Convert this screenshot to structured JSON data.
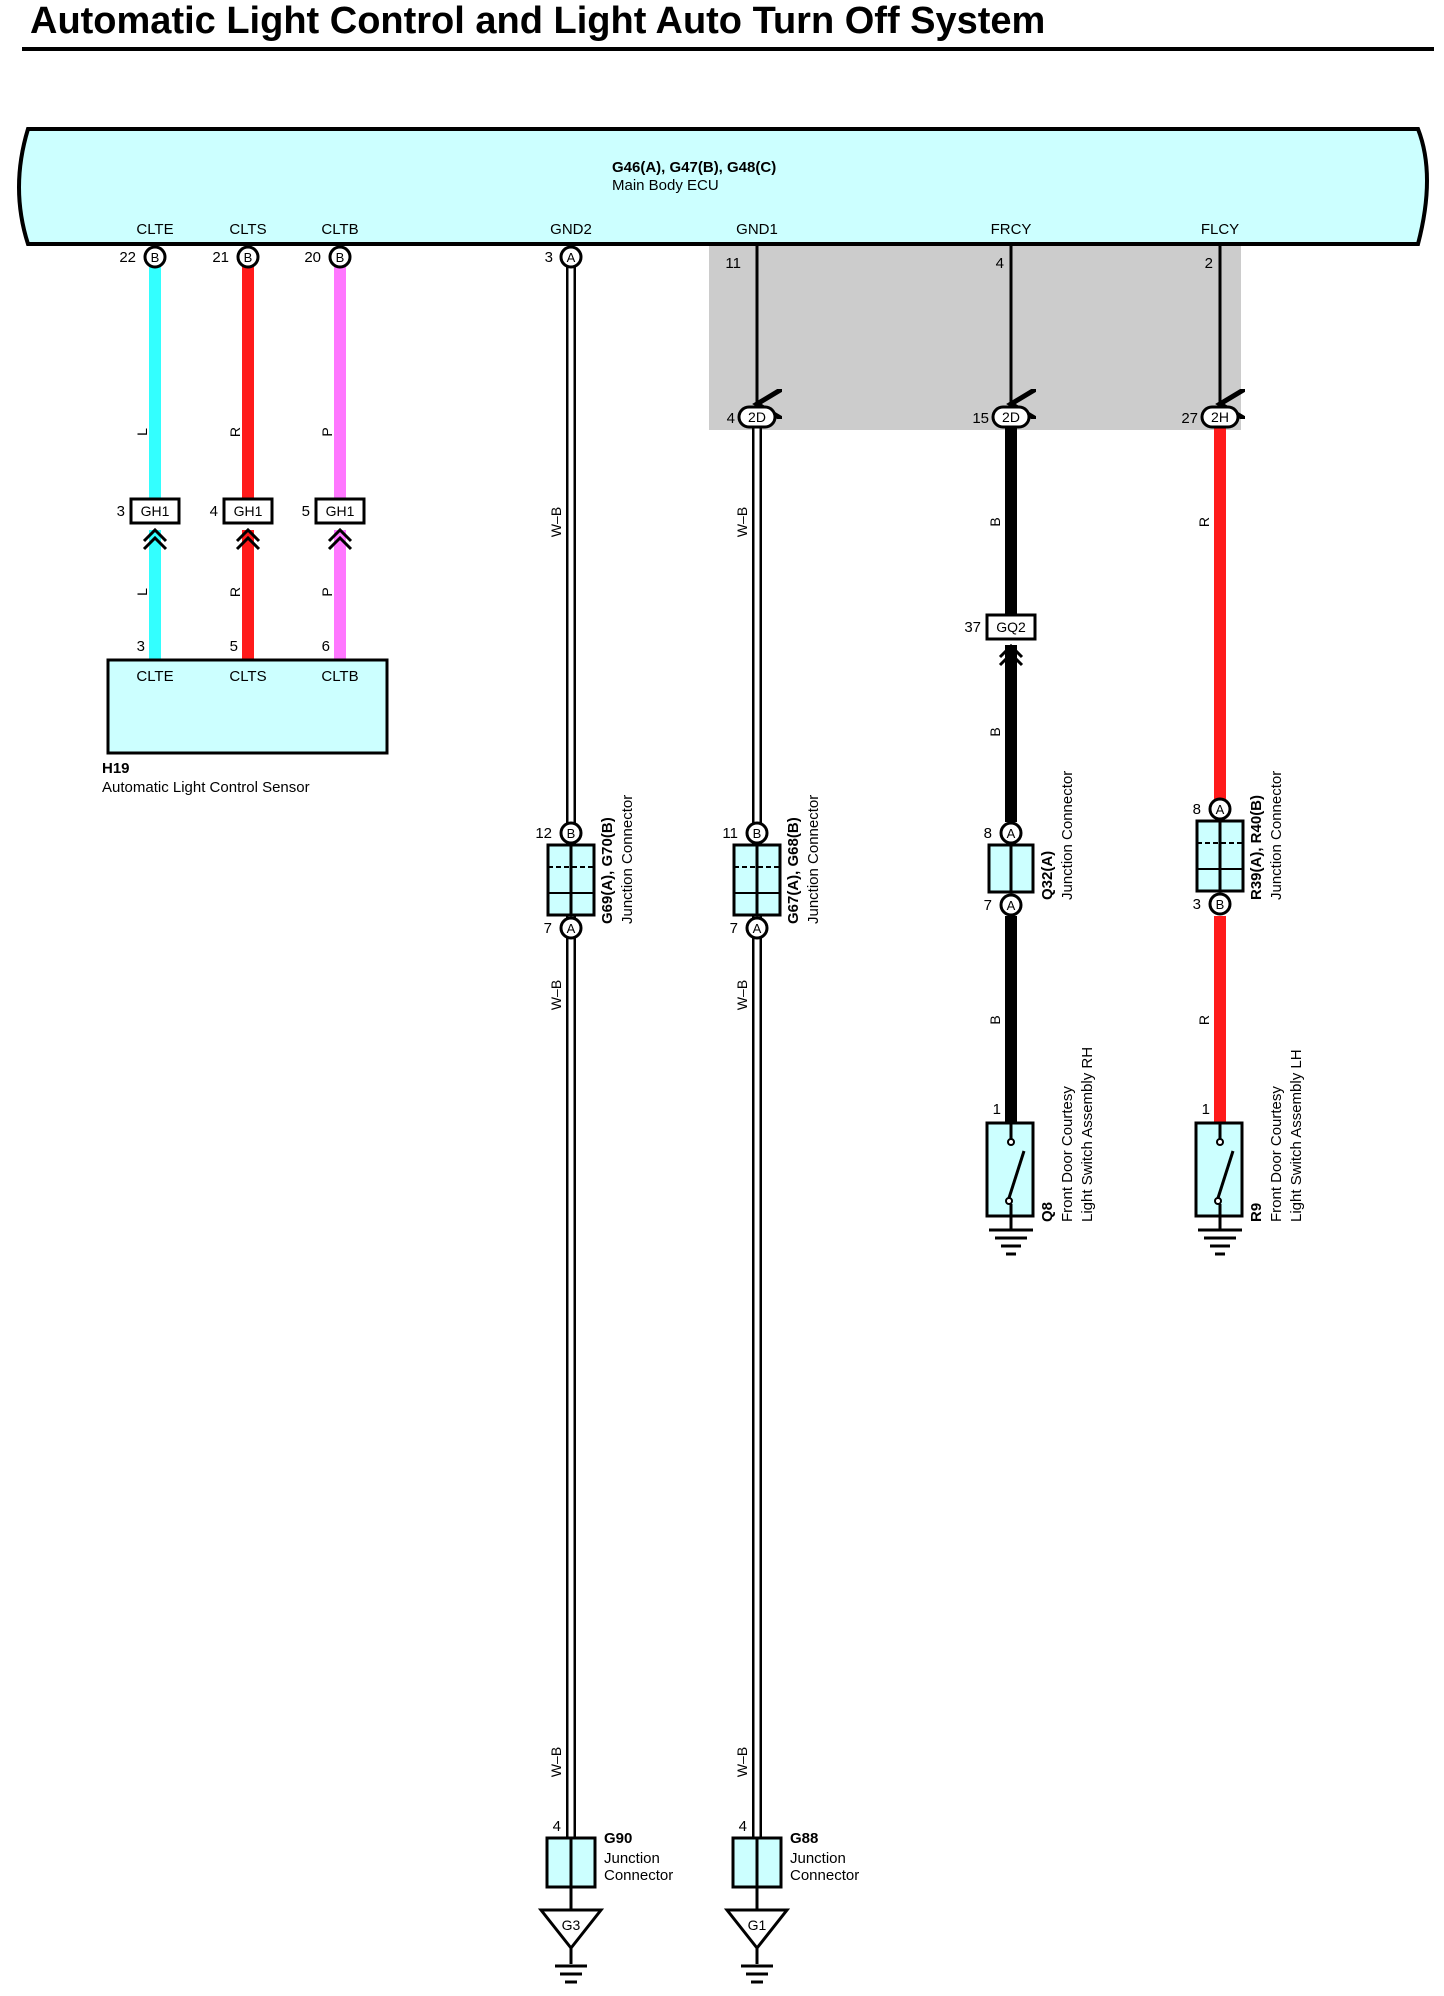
{
  "title": "Automatic Light Control and Light Auto Turn Off System",
  "colors": {
    "ecu_fill": "#ccffff",
    "connector_fill": "#ccffff",
    "grey_zone": "#cccccc",
    "wire_L": "#33ffff",
    "wire_R": "#ff1a1a",
    "wire_P": "#ff77ff",
    "wire_B": "#000000",
    "wire_WB": "#ffffff"
  },
  "ecu": {
    "code": "G46(A), G47(B), G48(C)",
    "name": "Main Body ECU",
    "terminals": [
      {
        "label": "CLTE",
        "pin": "22",
        "conn": "B"
      },
      {
        "label": "CLTS",
        "pin": "21",
        "conn": "B"
      },
      {
        "label": "CLTB",
        "pin": "20",
        "conn": "B"
      },
      {
        "label": "GND2",
        "pin": "3",
        "conn": "A"
      },
      {
        "label": "GND1",
        "pin": "11",
        "conn": ""
      },
      {
        "label": "FRCY",
        "pin": "4",
        "conn": ""
      },
      {
        "label": "FLCY",
        "pin": "2",
        "conn": ""
      }
    ]
  },
  "grey_connectors": [
    {
      "pin": "4",
      "code": "2D"
    },
    {
      "pin": "15",
      "code": "2D"
    },
    {
      "pin": "27",
      "code": "2H"
    }
  ],
  "wire_colors": {
    "clte": "L",
    "clts": "R",
    "cltb": "P",
    "gnd2": "W–B",
    "gnd1": "W–B",
    "frcy": "B",
    "flcy": "R"
  },
  "gh1": [
    {
      "pin": "3",
      "code": "GH1"
    },
    {
      "pin": "4",
      "code": "GH1"
    },
    {
      "pin": "5",
      "code": "GH1"
    }
  ],
  "sensor": {
    "code": "H19",
    "name": "Automatic Light Control Sensor",
    "pins": [
      "3",
      "5",
      "6"
    ],
    "terminals": [
      "CLTE",
      "CLTS",
      "CLTB"
    ]
  },
  "gq2": {
    "pin": "37",
    "code": "GQ2"
  },
  "junctions": {
    "g69": {
      "code": "G69(A), G70(B)",
      "name": "Junction Connector",
      "top_pin": "12",
      "top_conn": "B",
      "bottom_pin": "7",
      "bottom_conn": "A"
    },
    "g67": {
      "code": "G67(A), G68(B)",
      "name": "Junction Connector",
      "top_pin": "11",
      "top_conn": "B",
      "bottom_pin": "7",
      "bottom_conn": "A"
    },
    "q32": {
      "code": "Q32(A)",
      "name": "Junction Connector",
      "top_pin": "8",
      "top_conn": "A",
      "bottom_pin": "7",
      "bottom_conn": "A"
    },
    "r39": {
      "code": "R39(A), R40(B)",
      "name": "Junction Connector",
      "top_pin": "8",
      "top_conn": "A",
      "bottom_pin": "3",
      "bottom_conn": "B"
    }
  },
  "switches": {
    "q8": {
      "code": "Q8",
      "line1": "Front Door Courtesy",
      "line2": "Light Switch Assembly RH",
      "pin": "1"
    },
    "r9": {
      "code": "R9",
      "line1": "Front Door Courtesy",
      "line2": "Light Switch Assembly LH",
      "pin": "1"
    }
  },
  "bottom_connectors": {
    "g90": {
      "code": "G90",
      "line1": "Junction",
      "line2": "Connector",
      "pin": "4",
      "ground": "G3"
    },
    "g88": {
      "code": "G88",
      "line1": "Junction",
      "line2": "Connector",
      "pin": "4",
      "ground": "G1"
    }
  }
}
